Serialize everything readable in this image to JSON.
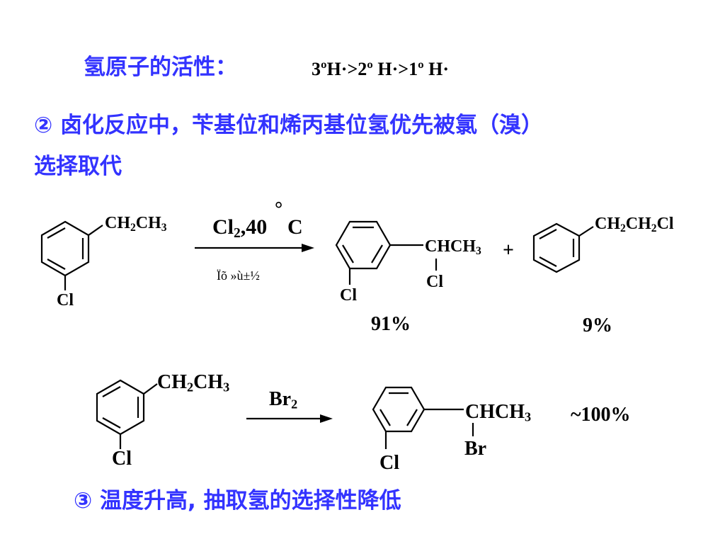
{
  "text": {
    "activity_label": "氢原子的活性：",
    "activity_order": "3ºH·>2º H·>1º H·",
    "point2_line1": "② 卤化反应中，苄基位和烯丙基位氢优先被氯（溴）",
    "point2_line2": "选择取代",
    "point3": "③ 温度升高, 抽取氢的选择性降低"
  },
  "reaction1": {
    "reactant_chain_main": "CH",
    "reactant_chain_sub": "2",
    "reactant_chain_tail": "CH",
    "reactant_chain_sub2": "3",
    "reactant_cl": "Cl",
    "reagent_main": "Cl",
    "reagent_sub": "2",
    "reagent_tail": ",40",
    "reagent_degree": "°",
    "reagent_unit": "C",
    "reagent_below": "Ïõ »ù±½",
    "product1_chain": "CHCH",
    "product1_sub": "3",
    "product1_cl_side": "Cl",
    "product1_cl_ring": "Cl",
    "product1_yield": "91%",
    "plus": "+",
    "product2_chain_a": "CH",
    "product2_sub_a": "2",
    "product2_chain_b": "CH",
    "product2_sub_b": "2",
    "product2_chain_c": "Cl",
    "product2_yield": "9%"
  },
  "reaction2": {
    "reactant_chain_main": "CH",
    "reactant_chain_sub": "2",
    "reactant_chain_tail": "CH",
    "reactant_chain_sub2": "3",
    "reactant_cl": "Cl",
    "reagent_main": "Br",
    "reagent_sub": "2",
    "product_chain": "CHCH",
    "product_sub": "3",
    "product_br": "Br",
    "product_cl": "Cl",
    "yield": "~100%"
  }
}
